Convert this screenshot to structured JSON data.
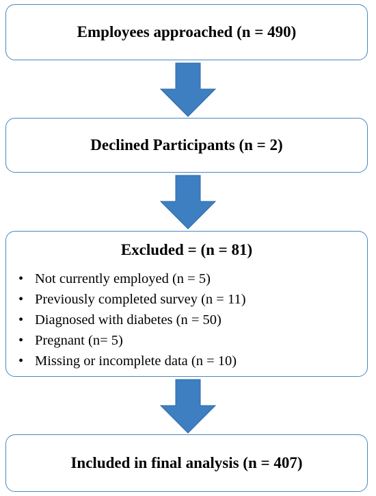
{
  "flow": {
    "step1": {
      "label": "Employees approached (n = 490)"
    },
    "step2": {
      "label": "Declined Participants (n = 2)"
    },
    "step3": {
      "label": "Excluded = (n = 81)",
      "items": [
        "Not currently employed (n = 5)",
        "Previously completed survey (n = 11)",
        "Diagnosed with diabetes (n = 50)",
        "Pregnant (n= 5)",
        "Missing or incomplete data (n = 10)"
      ]
    },
    "step4": {
      "label": "Included in final analysis (n = 407)"
    }
  },
  "colors": {
    "box_border": "#4a86bf",
    "arrow_fill": "#3d7fc1",
    "arrow_dark": "#2f6aa5"
  },
  "icons": {
    "arrow": "down-arrow-icon",
    "bullet": "bullet-icon"
  }
}
